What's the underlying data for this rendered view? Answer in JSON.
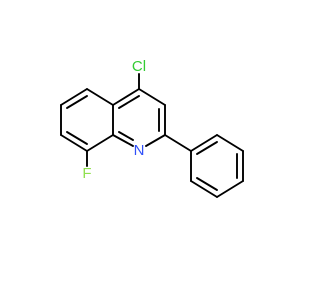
{
  "molecule": {
    "atoms": [
      {
        "label": "Cl",
        "color": "#33cc33"
      },
      {
        "label": "N",
        "color": "#3050f8"
      },
      {
        "label": "F",
        "color": "#90e050"
      }
    ]
  }
}
